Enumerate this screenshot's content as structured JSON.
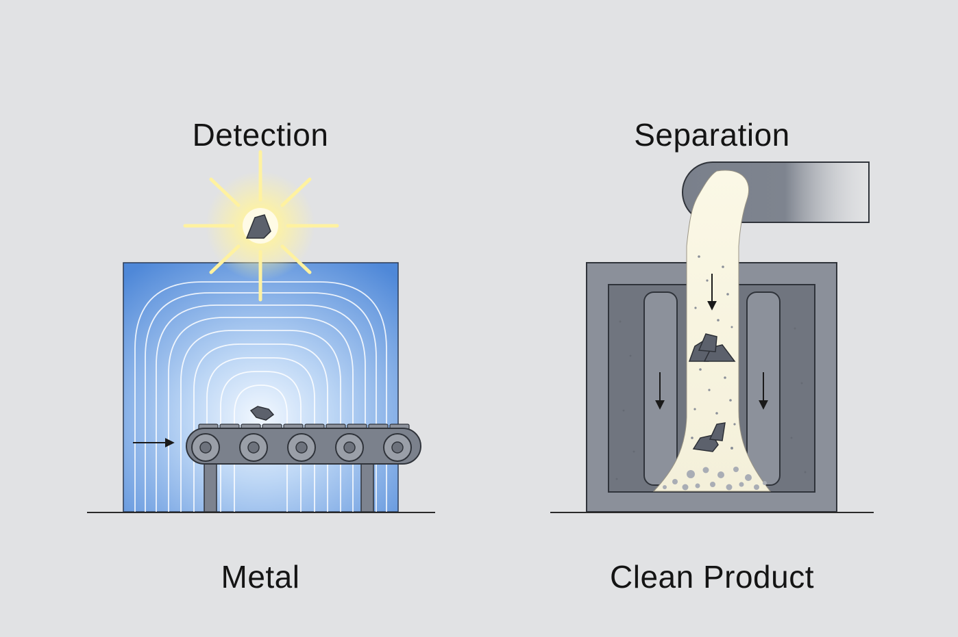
{
  "panels": {
    "detection": {
      "title": "Detection",
      "caption": "Metal"
    },
    "separation": {
      "title": "Separation",
      "caption": "Clean Product"
    }
  },
  "colors": {
    "background": "#e1e2e4",
    "detector_blue": "#5b92dc",
    "machine_gray": "#7d838f",
    "product_cream": "#f6f3e0",
    "glow_yellow": "#fff6b0",
    "metal_dark": "#5c616c"
  },
  "icons": {
    "detection_burst": "sparkle-icon",
    "flow_arrows": "arrow-icon"
  }
}
